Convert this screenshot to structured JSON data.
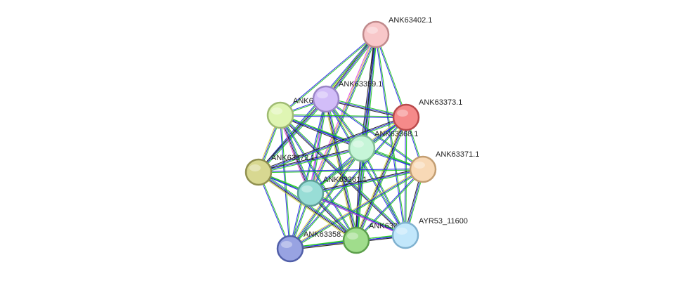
{
  "network": {
    "nodes": [
      {
        "id": "ANK63402.1",
        "label": "ANK63402.1",
        "color": "#f8c7c9",
        "stroke": "#c08a8c"
      },
      {
        "id": "ANK63359.1",
        "label": "ANK63359.1",
        "color": "#d2bdf8",
        "stroke": "#9a85c6"
      },
      {
        "id": "ANK63360.1",
        "label": "ANK6",
        "color": "#dff5b3",
        "stroke": "#9fbb72"
      },
      {
        "id": "ANK63373.1",
        "label": "ANK63373.1",
        "color": "#f58a8a",
        "stroke": "#b9494b"
      },
      {
        "id": "ANK63368.1",
        "label": "ANK63368.1",
        "color": "#c6f5d8",
        "stroke": "#82bf97"
      },
      {
        "id": "ANK63371.1",
        "label": "ANK63371.1",
        "color": "#f8d9b6",
        "stroke": "#c39e72"
      },
      {
        "id": "ANK63372.1",
        "label": "ANK63372.1",
        "color": "#d8d891",
        "stroke": "#8f8f4e"
      },
      {
        "id": "ANK63361.1",
        "label": "ANK63361.1",
        "color": "#98ddd6",
        "stroke": "#5e9f98"
      },
      {
        "id": "ANK63358.1",
        "label": "ANK63358.1",
        "color": "#98a3e2",
        "stroke": "#515fa8"
      },
      {
        "id": "ANK63357.1",
        "label": "ANK6335",
        "color": "#a0dd8c",
        "stroke": "#5c9f4b"
      },
      {
        "id": "AYR53_11600",
        "label": "AYR53_11600",
        "color": "#c2e7fb",
        "stroke": "#7fb1cf"
      }
    ],
    "edge_colors": [
      "#1fc81f",
      "#2323e8",
      "#d0d03a",
      "#1a1a1a",
      "#e040e0"
    ]
  }
}
